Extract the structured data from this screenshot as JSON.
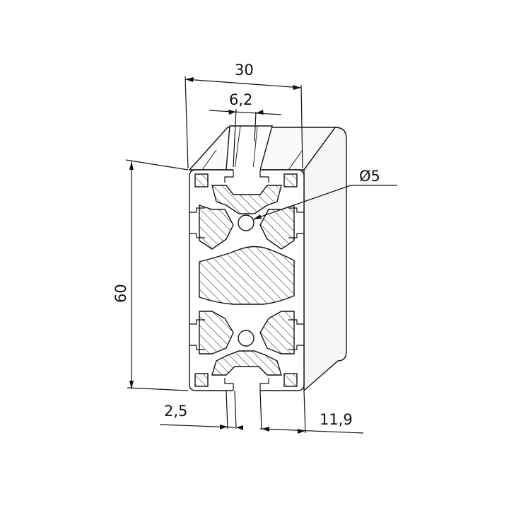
{
  "drawing": {
    "dimensions": {
      "width": "30",
      "slot_width": "6,2",
      "height": "60",
      "bore_diameter": "Ø5",
      "wall_thickness": "2,5",
      "slot_depth": "11,9"
    },
    "colors": {
      "line": "#111111",
      "section_fill": "#ffffff",
      "side_face": "#f4f4f4",
      "hatch": "#333333"
    }
  }
}
